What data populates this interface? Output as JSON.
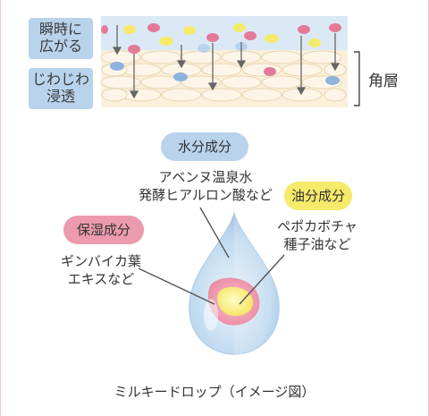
{
  "skin": {
    "tag_spread": [
      "瞬時に",
      "広がる"
    ],
    "tag_penetrate": [
      "じわじわ",
      "浸透"
    ],
    "layer_label": "角層"
  },
  "ingredients": {
    "water": {
      "name": "水分成分",
      "lines": [
        "アベンヌ温泉水",
        "発酵ヒアルロン酸など"
      ]
    },
    "oil": {
      "name": "油分成分",
      "lines": [
        "ペポカボチャ",
        "種子油など"
      ]
    },
    "moist": {
      "name": "保湿成分",
      "lines": [
        "ギンバイカ葉",
        "エキスなど"
      ]
    }
  },
  "caption": "ミルキードロップ（イメージ図）",
  "colors": {
    "blue": "#b9d3ec",
    "yellow": "#f5ea6a",
    "pink": "#ec9aae",
    "cell": "#fbf0dc"
  }
}
